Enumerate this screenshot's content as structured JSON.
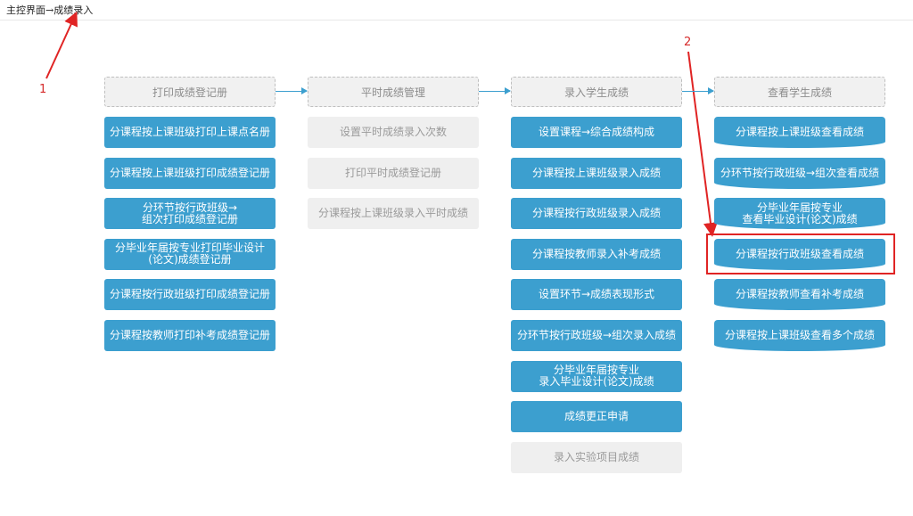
{
  "breadcrumb": "主控界面→成绩录入",
  "annotations": {
    "one": "1",
    "two": "2"
  },
  "columns": [
    {
      "header": "打印成绩登记册",
      "items": [
        "分课程按上课班级打印上课点名册",
        "分课程按上课班级打印成绩登记册",
        "分环节按行政班级→\n组次打印成绩登记册",
        "分毕业年届按专业打印毕业设计\n(论文)成绩登记册",
        "分课程按行政班级打印成绩登记册",
        "分课程按教师打印补考成绩登记册"
      ]
    },
    {
      "header": "平时成绩管理",
      "items": [
        "设置平时成绩录入次数",
        "打印平时成绩登记册",
        "分课程按上课班级录入平时成绩"
      ]
    },
    {
      "header": "录入学生成绩",
      "items": [
        "设置课程→综合成绩构成",
        "分课程按上课班级录入成绩",
        "分课程按行政班级录入成绩",
        "分课程按教师录入补考成绩",
        "设置环节→成绩表现形式",
        "分环节按行政班级→组次录入成绩",
        "分毕业年届按专业\n录入毕业设计(论文)成绩",
        "成绩更正申请",
        "录入实验项目成绩"
      ]
    },
    {
      "header": "查看学生成绩",
      "items": [
        "分课程按上课班级查看成绩",
        "分环节按行政班级→组次查看成绩",
        "分毕业年届按专业\n查看毕业设计(论文)成绩",
        "分课程按行政班级查看成绩",
        "分课程按教师查看补考成绩",
        "分课程按上课班级查看多个成绩"
      ]
    }
  ],
  "colors": {
    "accent": "#3c9fcf",
    "annotation": "#e02424"
  }
}
